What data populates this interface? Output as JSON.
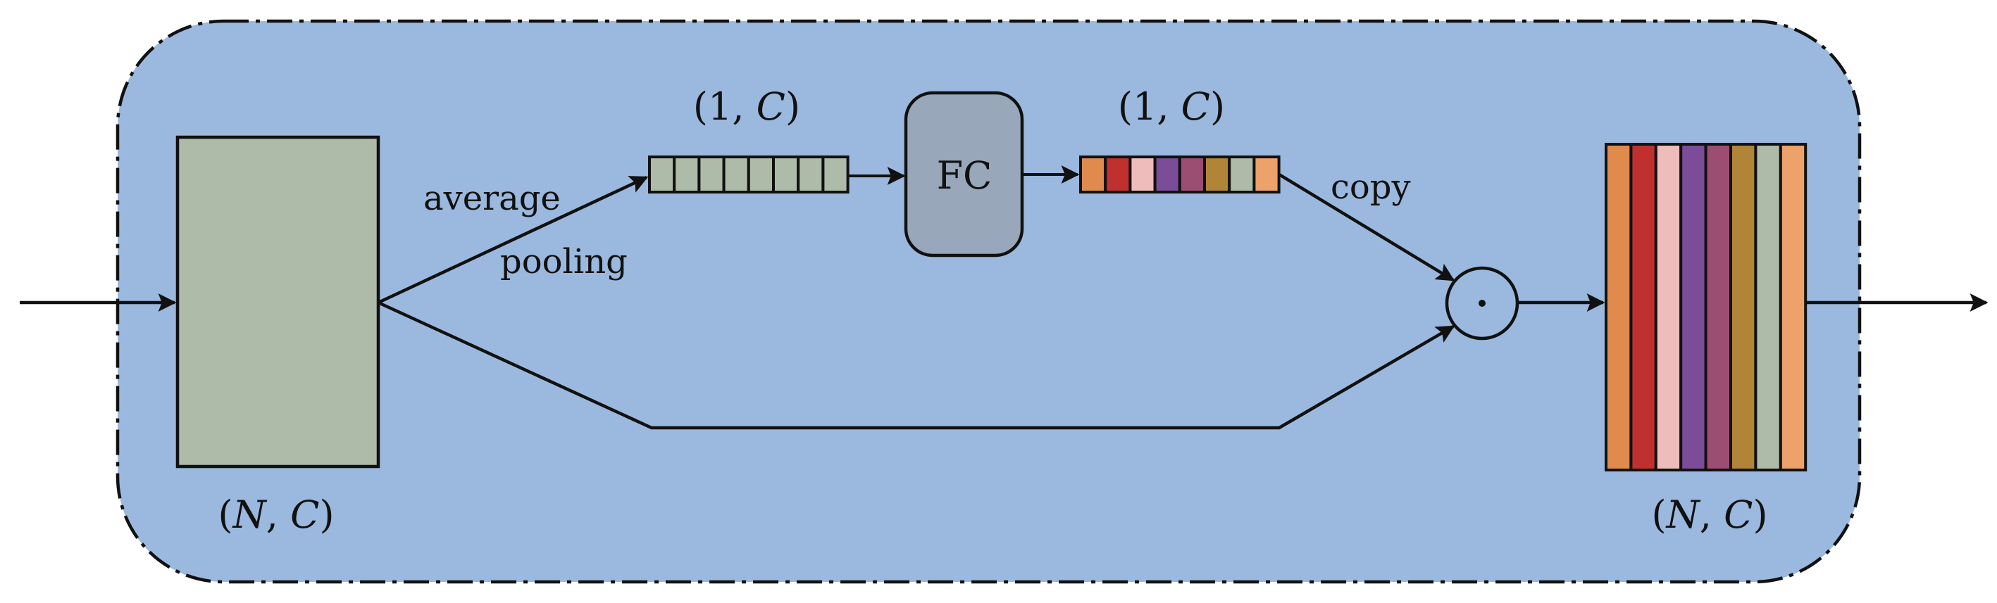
{
  "colors": {
    "background": "#9bb9de",
    "block_fill": "#adbba8",
    "fc_fill": "#98a7ba",
    "stroke": "#111111"
  },
  "labels": {
    "input_shape": {
      "open": "(",
      "n": "N",
      "sep": ", ",
      "c": "C",
      "close": ")"
    },
    "output_shape": {
      "open": "(",
      "n": "N",
      "sep": ", ",
      "c": "C",
      "close": ")"
    },
    "pooled_shape": {
      "open": "(1, ",
      "c": "C",
      "close": ")"
    },
    "weights_shape": {
      "open": "(1, ",
      "c": "C",
      "close": ")"
    },
    "average": "average",
    "pooling": "pooling",
    "fc": "FC",
    "copy": "copy",
    "multiply_symbol": "·"
  },
  "pooled_vector_colors": [
    "#adbba8",
    "#adbba8",
    "#adbba8",
    "#adbba8",
    "#adbba8",
    "#adbba8",
    "#adbba8",
    "#adbba8"
  ],
  "weight_vector_colors": [
    "#e08a4e",
    "#c0302f",
    "#efbcbc",
    "#7b4c98",
    "#9c4d72",
    "#b08538",
    "#adbba8",
    "#eda16b"
  ],
  "output_column_colors": [
    "#e08a4e",
    "#c0302f",
    "#efbcbc",
    "#7b4c98",
    "#9c4d72",
    "#b08538",
    "#adbba8",
    "#eda16b"
  ]
}
